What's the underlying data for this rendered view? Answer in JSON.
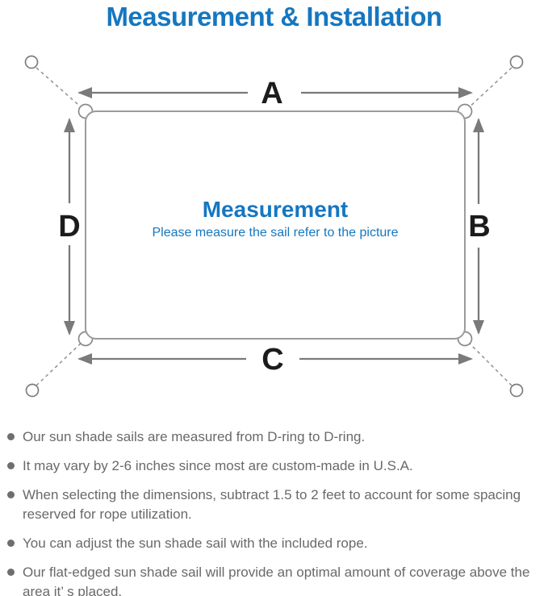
{
  "title": "Measurement & Installation",
  "diagram": {
    "dimension_labels": {
      "top": "A",
      "right": "B",
      "bottom": "C",
      "left": "D"
    },
    "center_title": "Measurement",
    "center_subtitle": "Please measure the sail refer to the picture"
  },
  "notes": [
    "Our sun shade sails are measured from D-ring to D-ring.",
    "It may vary by 2-6 inches since most are custom-made in U.S.A.",
    "When selecting the dimensions, subtract 1.5 to 2 feet to account for some spacing reserved for rope utilization.",
    "You can adjust the sun shade sail with the included rope.",
    "Our flat-edged sun shade sail will provide an optimal amount of coverage above the area it’ s placed."
  ],
  "colors": {
    "accent_blue": "#1577c0",
    "sail_outline_gray": "#9b9b9b",
    "arrow_gray": "#7a7a7a",
    "rope_dash_gray": "#909090",
    "label_black": "#1c1c1c",
    "note_text_gray": "#696969"
  }
}
